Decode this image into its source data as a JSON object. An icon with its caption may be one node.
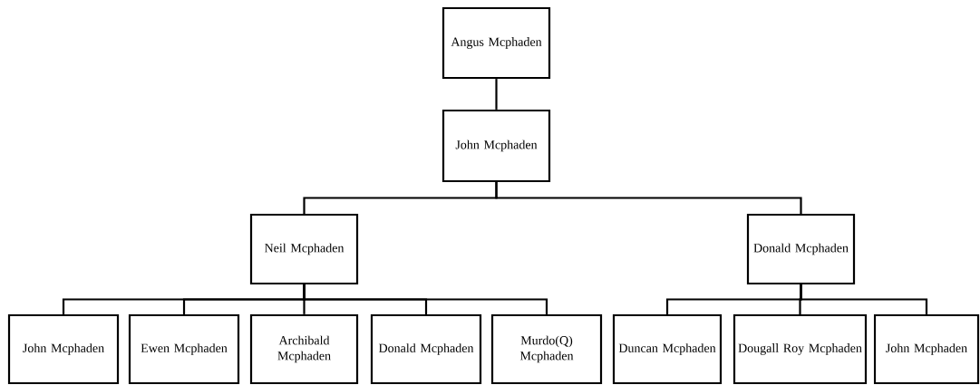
{
  "diagram": {
    "nodes": [
      {
        "text": [
          "Angus Mcphaden"
        ]
      },
      {
        "text": [
          "John Mcphaden"
        ]
      },
      {
        "text": [
          "Neil Mcphaden"
        ]
      },
      {
        "text": [
          "Donald Mcphaden"
        ]
      },
      {
        "text": [
          "John Mcphaden"
        ]
      },
      {
        "text": [
          "Ewen Mcphaden"
        ]
      },
      {
        "text": [
          "Archibald Mcphaden"
        ]
      },
      {
        "text": [
          "Donald Mcphaden"
        ]
      },
      {
        "text": [
          "Murdo(Q) Mcphaden"
        ]
      },
      {
        "text": [
          "Duncan Mcphaden"
        ]
      },
      {
        "text": [
          "Dougall Roy Mcphaden"
        ]
      },
      {
        "text": [
          "John Mcphaden"
        ]
      }
    ],
    "edges": [
      {
        "from": 0,
        "to": 1,
        "arrow": "none"
      },
      {
        "from": 1,
        "to": 2,
        "arrow": "none"
      },
      {
        "from": 1,
        "to": 3,
        "arrow": "none"
      },
      {
        "from": 2,
        "to": 4,
        "arrow": "none"
      },
      {
        "from": 2,
        "to": 5,
        "arrow": "none"
      },
      {
        "from": 2,
        "to": 6,
        "arrow": "none"
      },
      {
        "from": 2,
        "to": 7,
        "arrow": "none"
      },
      {
        "from": 2,
        "to": 8,
        "arrow": "none"
      },
      {
        "from": 3,
        "to": 9,
        "arrow": "none"
      },
      {
        "from": 3,
        "to": 10,
        "arrow": "none"
      },
      {
        "from": 3,
        "to": 11,
        "arrow": "none"
      }
    ]
  }
}
